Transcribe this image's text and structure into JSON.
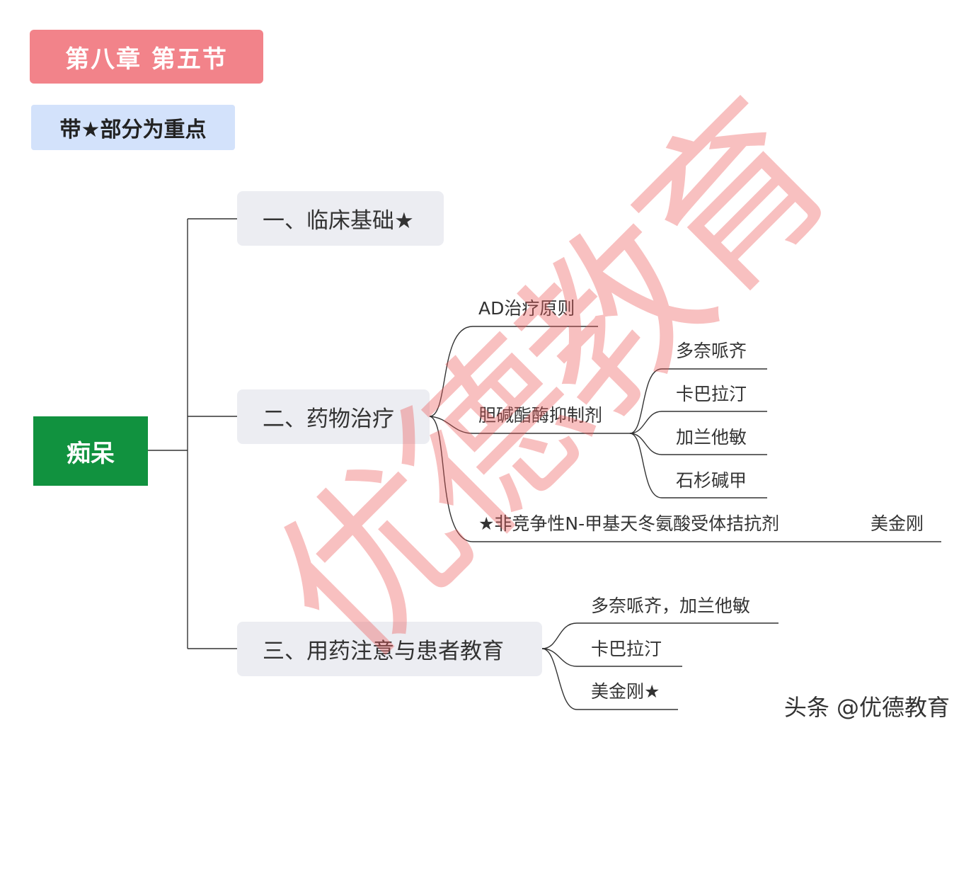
{
  "chapter_label": "第八章  第五节",
  "note_label": "带★部分为重点",
  "root_label": "痴呆",
  "topics": [
    {
      "label": "一、临床基础★"
    },
    {
      "label": "二、药物治疗"
    },
    {
      "label": "三、用药注意与患者教育"
    }
  ],
  "drug_treatment": {
    "principle": "AD治疗原则",
    "ache_inhibitors": "胆碱酯酶抑制剂",
    "ache_drugs": [
      "多奈哌齐",
      "卡巴拉汀",
      "加兰他敏",
      "石杉碱甲"
    ],
    "nmda_antagonist": "★非竞争性N-甲基天冬氨酸受体拮抗剂",
    "nmda_drug": "美金刚"
  },
  "education_items": [
    "多奈哌齐，加兰他敏",
    "卡巴拉汀",
    "美金刚★"
  ],
  "watermark": "优德教育",
  "credit": "头条 @优德教育",
  "colors": {
    "chapter": "#f2838a",
    "note": "#d3e2fb",
    "root": "#11923f",
    "topic": "#ecedf2",
    "line": "#333333",
    "watermark": "#ec5a5a"
  }
}
